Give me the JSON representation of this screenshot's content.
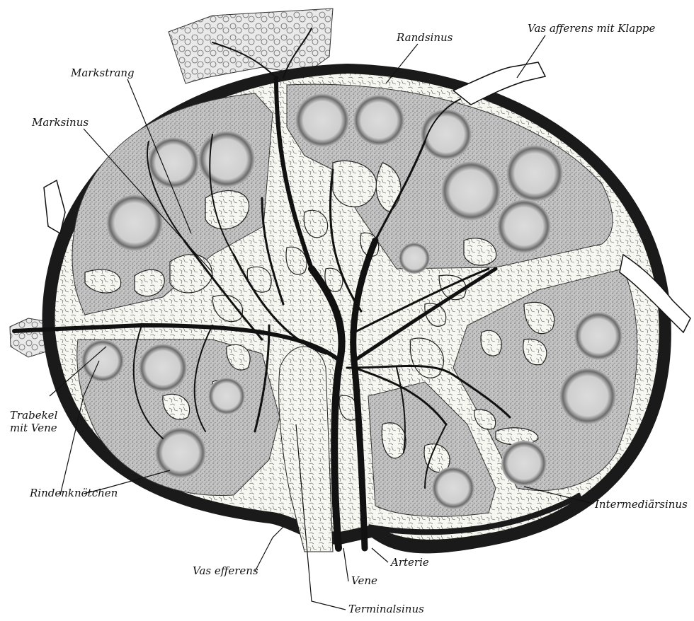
{
  "labels": {
    "randsinus": "Randsinus",
    "vas_afferens": "Vas afferens mit Klappe",
    "markstrang": "Markstrang",
    "marksinus": "Marksinus",
    "trabekel_line1": "Trabekel",
    "trabekel_line2": "mit Vene",
    "rindenknotchen": "Rindenknötchen",
    "intermediarsinus": "Intermediärsinus",
    "arterie": "Arterie",
    "vas_efferens": "Vas efferens",
    "vene": "Vene",
    "terminalsinus": "Terminalsinus"
  },
  "colors": {
    "ink": "#111111",
    "cortex_fill": "#bdbdbd",
    "sinus_fill": "#f7f7f2",
    "capsule": "#1a1a1a",
    "follicle": "#d6d6d6",
    "fat_tissue": "#e3e3e3"
  }
}
